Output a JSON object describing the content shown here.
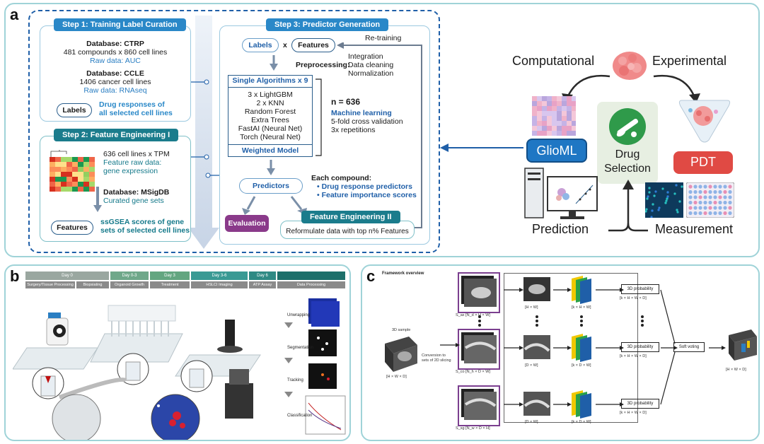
{
  "panel_a": {
    "letter": "a",
    "step1": {
      "title": "Step 1: Training Label Curation",
      "db1": "Database: CTRP",
      "db1_line": "481 compounds x 860 cell lines",
      "db1_raw": "Raw data: AUC",
      "db2": "Database: CCLE",
      "db2_line": "1406 cancer cell lines",
      "db2_raw": "Raw data: RNAseq",
      "labels_pill": "Labels",
      "labels_desc_1": "Drug responses of",
      "labels_desc_2": "all selected cell lines"
    },
    "step2": {
      "title": "Step 2: Feature Engineering I",
      "line1": "636 cell lines x TPM",
      "raw1": "Feature raw data:",
      "raw2": "gene expression",
      "db": "Database: MSigDB",
      "db_line": "Curated gene sets",
      "features_pill": "Features",
      "feat_desc_1": "ssGSEA scores of gene",
      "feat_desc_2": "sets of selected cell lines"
    },
    "step3": {
      "title": "Step 3: Predictor Generation",
      "labels_pill": "Labels",
      "x": "x",
      "features_pill": "Features",
      "retraining": "Re-training",
      "preprocessing": "Preprocessing:",
      "prep1": "Integration",
      "prep2": "Data cleaning",
      "prep3": "Normalization",
      "algos_title": "Single Algorithms x 9",
      "algos": [
        "3 x LightGBM",
        "2 x KNN",
        "Random Forest",
        "Extra Trees",
        "FastAI (Neural Net)",
        "Torch (Neural Net)"
      ],
      "weighted": "Weighted Model",
      "n": "n = 636",
      "ml": "Machine learning",
      "cv": "5-fold cross validation",
      "rep": "3x repetitions",
      "predictors": "Predictors",
      "each": "Each compound:",
      "bullet1": "Drug response predictors",
      "bullet2": "Feature importance scores",
      "evaluation": "Evaluation",
      "fe2": "Feature Engineering II",
      "reformulate": "Reformulate data with top n% Features"
    },
    "right": {
      "computational": "Computational",
      "experimental": "Experimental",
      "glioml": "GlioML",
      "drug_selection_1": "Drug",
      "drug_selection_2": "Selection",
      "pdt": "PDT",
      "prediction": "Prediction",
      "measurement": "Measurement"
    }
  },
  "panel_b": {
    "letter": "b",
    "days": [
      "Day 0",
      "Day 0-3",
      "Day 3",
      "Day 3-6",
      "Day 6",
      ""
    ],
    "tasks": [
      "Surgery/Tissue Processing",
      "Biopsiating",
      "Organoid Growth",
      "Treatment",
      "HSLCI Imaging",
      "ATP Assay",
      "Data Processing"
    ],
    "steps": [
      "Unwrapping",
      "Segmentation",
      "Tracking",
      "Classification"
    ]
  },
  "panel_c": {
    "letter": "c",
    "title": "Framework overview",
    "sample": "3D sample",
    "sample_dim": "[H × W × D]",
    "conversion_1": "Conversion to",
    "conversion_2": "sets of 2D slicing",
    "stack_labels": [
      "S_ax [N_d × H × W]",
      "S_co [N_h × D × W]",
      "S_sg [N_w × D × H]"
    ],
    "slice_dims": [
      "[H × W]",
      "[D × W]",
      "[D × W]"
    ],
    "feat_dims": [
      "[k × H × W]",
      "[k × D × W]",
      "[k × D × W]"
    ],
    "prob_label": "3D probability",
    "prob_dim": "[k × H × W × D]",
    "soft_voting": "Soft voting",
    "out_dim": "[H × W × D]"
  },
  "colors": {
    "accent_blue": "#1f5fa8",
    "title_blue": "#2a88c8",
    "teal": "#1b7c8c",
    "glioml": "#1f77c4",
    "pdt": "#e04a44",
    "panel_border": "#9fd3d8",
    "purple_box": "#7b3f8f"
  }
}
